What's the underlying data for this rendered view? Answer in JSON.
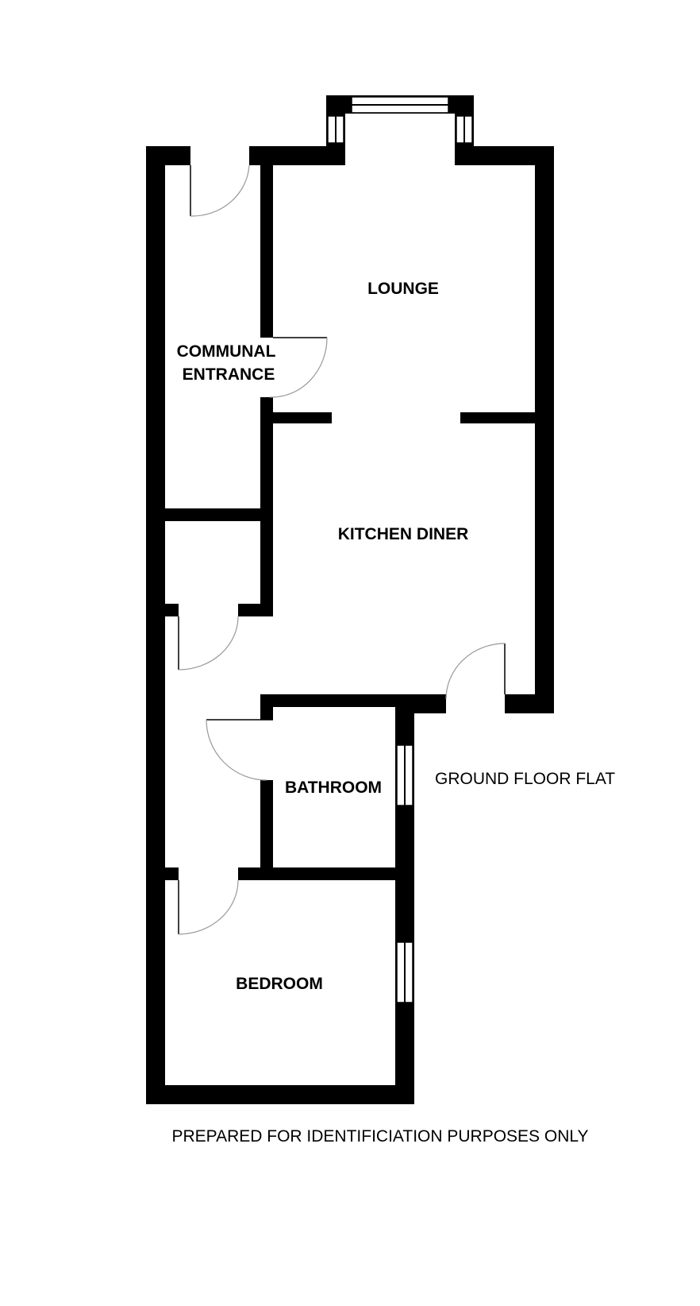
{
  "rooms": {
    "lounge": "LOUNGE",
    "communal_line1": "COMMUNAL",
    "communal_line2": "ENTRANCE",
    "kitchen": "KITCHEN DINER",
    "bathroom": "BATHROOM",
    "bedroom": "BEDROOM"
  },
  "floor_label": "GROUND FLOOR FLAT",
  "disclaimer": "PREPARED FOR IDENTIFICIATION PURPOSES ONLY",
  "colors": {
    "wall": "#000000",
    "door_arc": "#999999",
    "background": "#ffffff"
  }
}
